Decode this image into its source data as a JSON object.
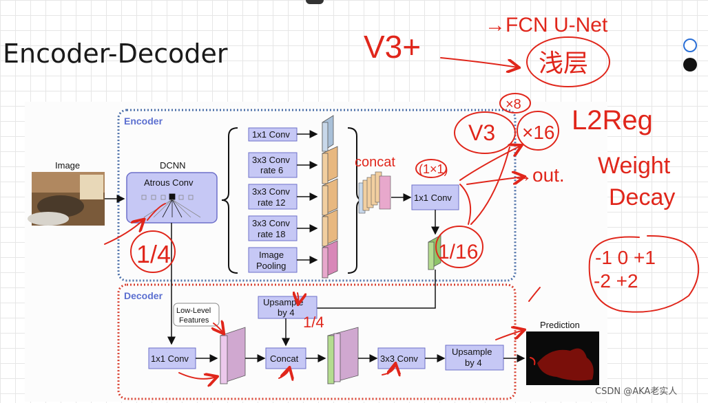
{
  "slide": {
    "title": "Encoder-Decoder",
    "watermark": "CSDN @AKA老实人"
  },
  "diagram": {
    "encoder_label": "Encoder",
    "decoder_label": "Decoder",
    "image_label": "Image",
    "dcnn_label": "DCNN",
    "atrous_conv": "Atrous Conv",
    "branches": [
      {
        "line1": "1x1 Conv",
        "line2": ""
      },
      {
        "line1": "3x3 Conv",
        "line2": "rate 6"
      },
      {
        "line1": "3x3 Conv",
        "line2": "rate 12"
      },
      {
        "line1": "3x3 Conv",
        "line2": "rate 18"
      },
      {
        "line1": "Image",
        "line2": "Pooling"
      }
    ],
    "encoder_conv": "1x1 Conv",
    "upsample1": {
      "line1": "Upsample",
      "line2": "by 4"
    },
    "low_level": {
      "line1": "Low-Level",
      "line2": "Features"
    },
    "decoder_conv": "1x1 Conv",
    "concat": "Concat",
    "conv3x3": "3x3 Conv",
    "upsample2": {
      "line1": "Upsample",
      "line2": "by 4"
    },
    "prediction_label": "Prediction"
  },
  "annotations": {
    "v3plus": "V3+",
    "fcn_unet": "→FCN U-Net",
    "shallow": "浅层",
    "x8": "×8",
    "v3": "V3",
    "x16": "×16",
    "l2reg": "L2Reg",
    "concat_note": "concat",
    "one_by_one": "(1×1)",
    "out": "→out.",
    "weight_decay_1": "Weight",
    "weight_decay_2": "Decay",
    "quarter": "1/4",
    "sixteenth": "1/16",
    "quarter_small": "1/4",
    "kernel_row1": "-1  0  +1",
    "kernel_row2": "-2      +2"
  },
  "colors": {
    "box_fill": "#c6c8f5",
    "box_stroke": "#6d6fc9",
    "encoder_border": "#4b6fa8",
    "decoder_border": "#d84030",
    "ink_red": "#e0261b"
  }
}
